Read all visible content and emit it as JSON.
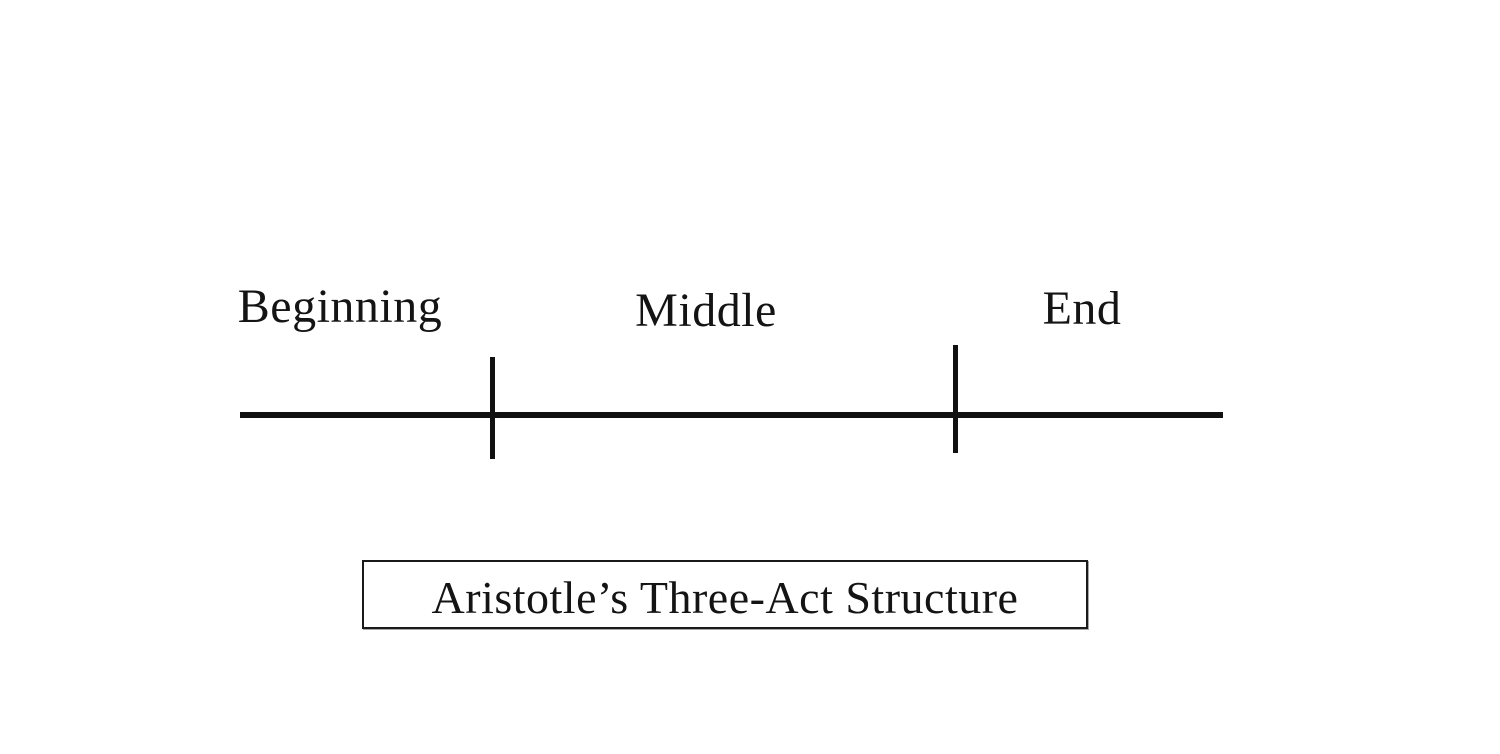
{
  "diagram": {
    "title": "Aristotle’s Three-Act Structure",
    "sections": [
      {
        "label": "Beginning"
      },
      {
        "label": "Middle"
      },
      {
        "label": "End"
      }
    ],
    "timeline": {
      "divider_count": 2,
      "description": "horizontal timeline with two vertical act dividers"
    },
    "colors": {
      "line": "#111111",
      "text": "#141414",
      "background": "#ffffff",
      "box_border": "#1a1a1a"
    }
  }
}
